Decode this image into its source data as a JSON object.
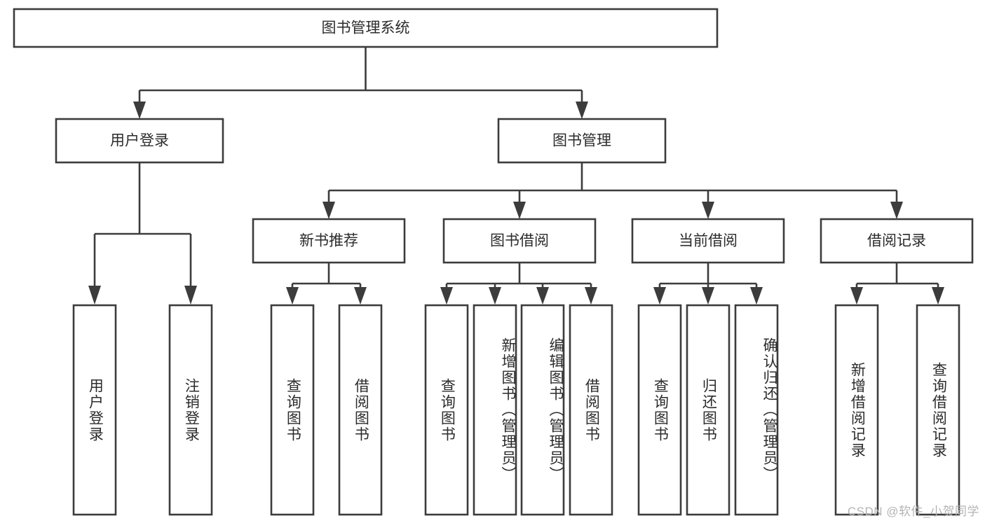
{
  "diagram": {
    "title": "图书管理系统",
    "type": "tree-hierarchy-chart",
    "colors": {
      "stroke": "#3c3c3c",
      "fill": "#ffffff",
      "text": "#2b2b2b",
      "watermark": "#b4b4b4"
    },
    "root": {
      "label": "图书管理系统"
    },
    "level2": [
      {
        "label": "用户登录"
      },
      {
        "label": "图书管理"
      }
    ],
    "level3": [
      {
        "label": "新书推荐"
      },
      {
        "label": "图书借阅"
      },
      {
        "label": "当前借阅"
      },
      {
        "label": "借阅记录"
      }
    ],
    "leaves": {
      "user_login": [
        {
          "label": "用户登录"
        },
        {
          "label": "注销登录"
        }
      ],
      "new_book_recommend": [
        {
          "label": "查询图书"
        },
        {
          "label": "借阅图书"
        }
      ],
      "book_borrow": [
        {
          "label": "查询图书"
        },
        {
          "label": "新增图书（管理员）"
        },
        {
          "label": "编辑图书（管理员）"
        },
        {
          "label": "借阅图书"
        }
      ],
      "current_borrow": [
        {
          "label": "查询图书"
        },
        {
          "label": "归还图书"
        },
        {
          "label": "确认归还（管理员）"
        }
      ],
      "borrow_record": [
        {
          "label": "新增借阅记录"
        },
        {
          "label": "查询借阅记录"
        }
      ]
    }
  },
  "watermark": {
    "text": "CSDN @软件_小贺同学"
  }
}
